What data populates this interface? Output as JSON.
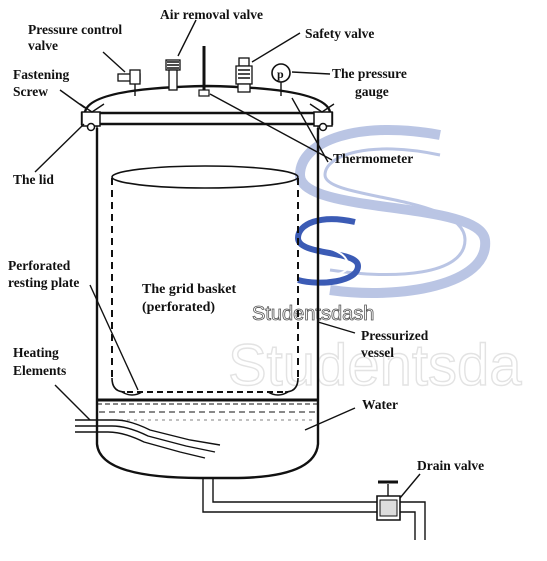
{
  "labels": {
    "pressure_control_valve_1": "Pressure control",
    "pressure_control_valve_2": "valve",
    "air_removal_valve": "Air removal valve",
    "safety_valve": "Safety valve",
    "pressure_gauge_1": "The pressure",
    "pressure_gauge_2": "gauge",
    "gauge_symbol": "p",
    "fastening_screw_1": "Fastening",
    "fastening_screw_2": "Screw",
    "lid": "The lid",
    "thermometer": "Thermometer",
    "perforated_plate_1": "Perforated",
    "perforated_plate_2": "resting plate",
    "grid_basket_1": "The grid basket",
    "grid_basket_2": "(perforated)",
    "pressurized_vessel_1": "Pressurized",
    "pressurized_vessel_2": "vessel",
    "heating_elements_1": "Heating",
    "heating_elements_2": "Elements",
    "water": "Water",
    "drain_valve": "Drain valve"
  },
  "watermark": {
    "small": "Studentsdash",
    "large": "Studentsda"
  },
  "colors": {
    "ink": "#111111",
    "watermark_logo": "#3b5bb5",
    "watermark_logo_light": "#c9d3ee"
  }
}
